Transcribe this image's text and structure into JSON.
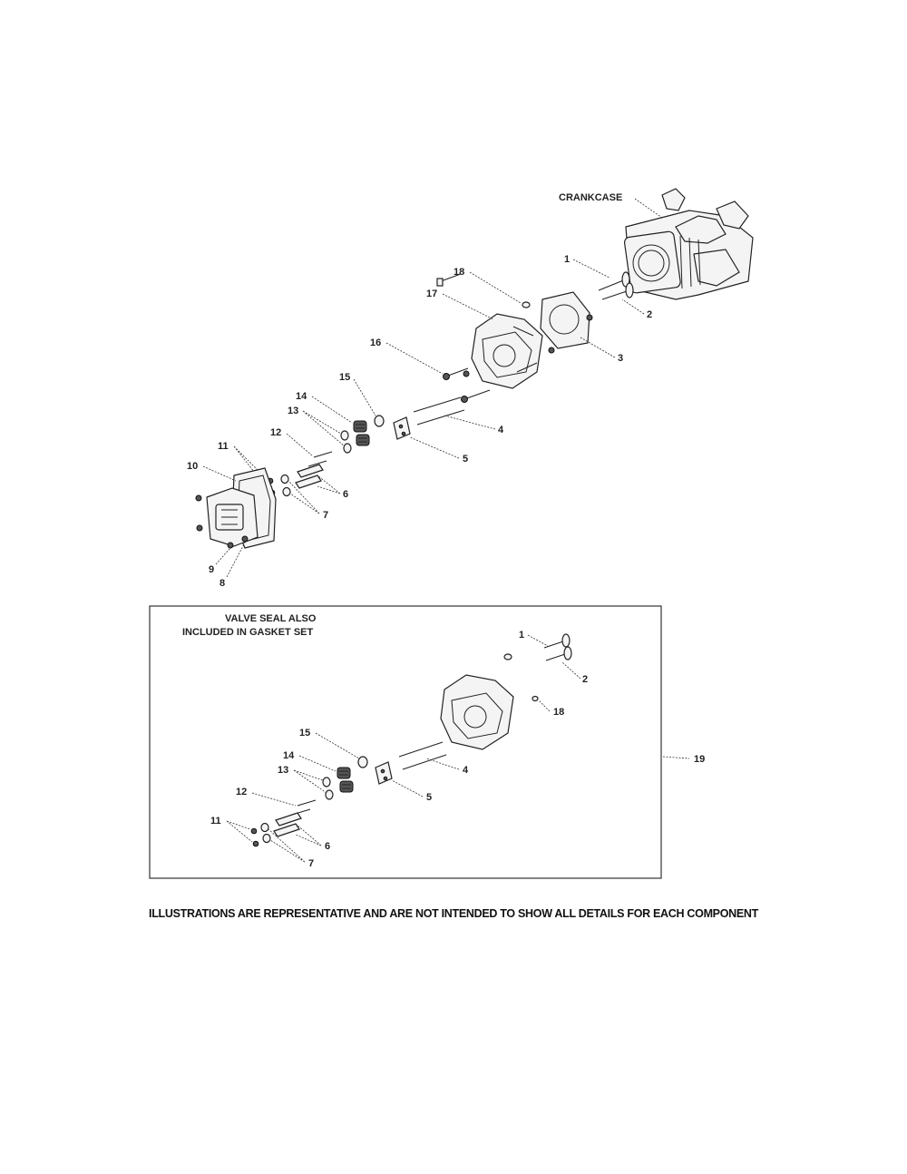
{
  "labels": {
    "crankcase": "CRANKCASE",
    "n1": "1",
    "n2": "2",
    "n3": "3",
    "n4": "4",
    "n5": "5",
    "n6": "6",
    "n7": "7",
    "n8": "8",
    "n9": "9",
    "n10": "10",
    "n11": "11",
    "n12": "12",
    "n13": "13",
    "n14": "14",
    "n15": "15",
    "n16": "16",
    "n17": "17",
    "n18": "18",
    "n19": "19"
  },
  "inset": {
    "note_line1": "VALVE SEAL ALSO",
    "note_line2": "INCLUDED IN GASKET SET"
  },
  "disclaimer": "ILLUSTRATIONS ARE REPRESENTATIVE AND ARE NOT INTENDED TO SHOW ALL DETAILS FOR EACH COMPONENT"
}
